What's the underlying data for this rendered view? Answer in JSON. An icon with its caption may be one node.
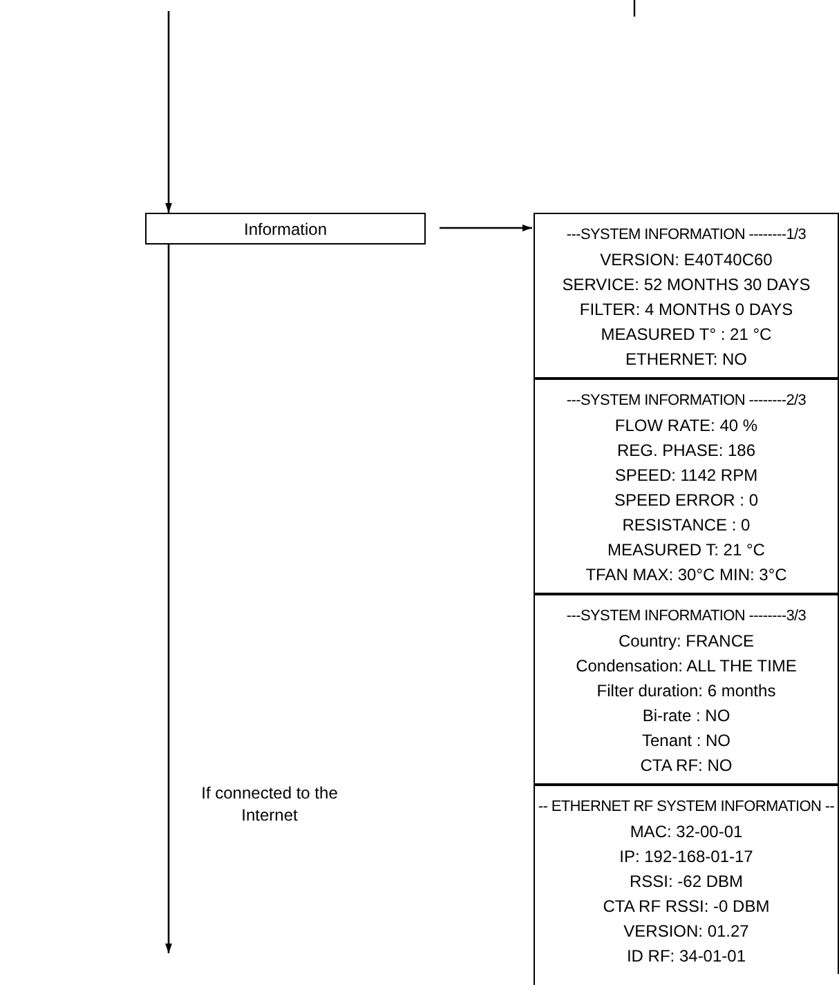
{
  "diagram": {
    "nodes": [
      {
        "text": [
          "Information"
        ]
      },
      {
        "text": [
          "---SYSTEM INFORMATION --------1/3",
          "VERSION: E40T40C60",
          "SERVICE: 52 MONTHS 30 DAYS",
          "FILTER: 4 MONTHS 0 DAYS",
          "MEASURED T° : 21 °C",
          "ETHERNET: NO"
        ]
      },
      {
        "text": [
          "---SYSTEM INFORMATION --------2/3",
          "FLOW RATE: 40 %",
          "REG. PHASE: 186",
          "SPEED: 1142 RPM",
          "SPEED ERROR : 0",
          "RESISTANCE : 0",
          "MEASURED T: 21 °C",
          "TFAN MAX: 30°C MIN: 3°C"
        ]
      },
      {
        "text": [
          "---SYSTEM INFORMATION --------3/3",
          "Country: FRANCE",
          "Condensation: ALL THE TIME",
          "Filter duration: 6 months",
          "Bi-rate : NO",
          "Tenant : NO",
          "CTA RF: NO"
        ]
      },
      {
        "text": [
          "-- ETHERNET RF SYSTEM INFORMATION --",
          "MAC: 32-00-01",
          "IP: 192-168-01-17",
          "RSSI: -62 DBM",
          "CTA RF RSSI: -0 DBM",
          "VERSION: 01.27",
          "ID RF: 34-01-01"
        ]
      }
    ],
    "edges": [
      {
        "from": null,
        "to": 0,
        "arrow": "to"
      },
      {
        "from": 0,
        "to": 1,
        "arrow": "to"
      },
      {
        "from": 0,
        "to": null,
        "arrow": "to",
        "label": "If connected to the Internet"
      }
    ]
  }
}
